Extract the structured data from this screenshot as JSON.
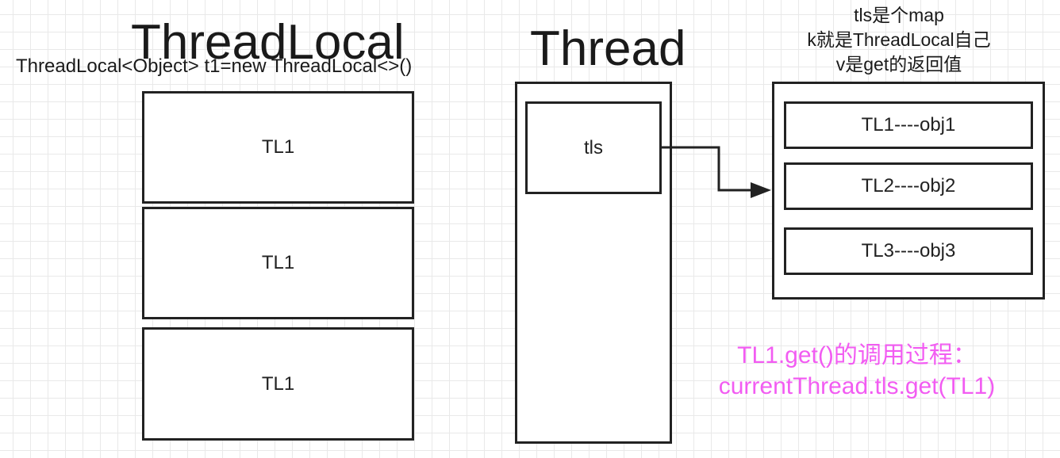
{
  "threadlocal": {
    "title": "ThreadLocal",
    "declaration": "ThreadLocal<Object> t1=new ThreadLocal<>()",
    "boxes": [
      "TL1",
      "TL1",
      "TL1"
    ]
  },
  "thread": {
    "title": "Thread",
    "field": "tls"
  },
  "map": {
    "caption_lines": [
      "tls是个map",
      "k就是ThreadLocal自己",
      "v是get的返回值"
    ],
    "entries": [
      "TL1----obj1",
      "TL2----obj2",
      "TL3----obj3"
    ]
  },
  "note": {
    "line1": "TL1.get()的调用过程：",
    "line2": "currentThread.tls.get(TL1)",
    "color": "#f25cf2"
  }
}
